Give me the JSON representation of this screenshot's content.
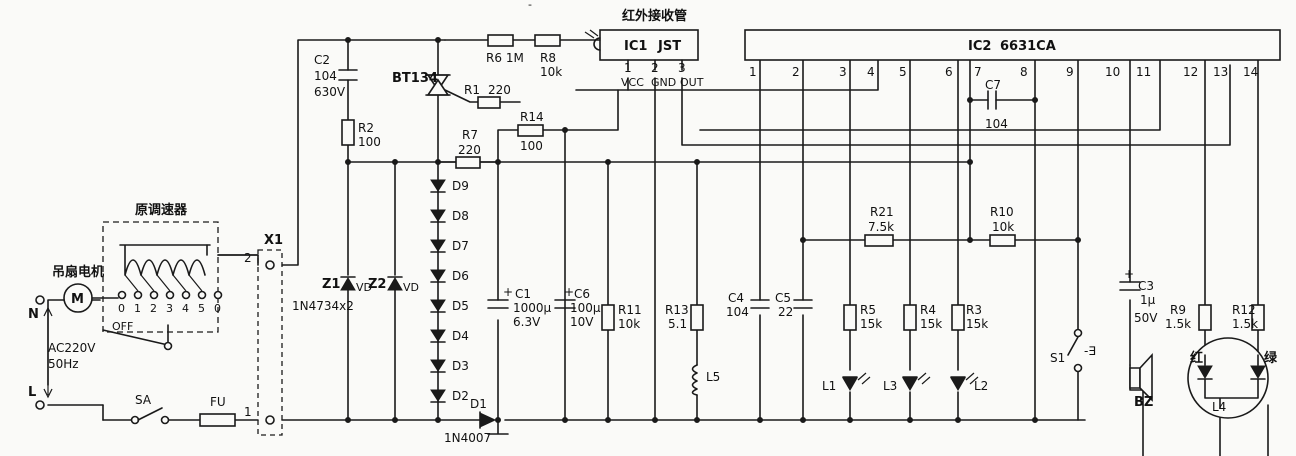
{
  "title_box": "原调速器",
  "motor_label": "吊扇电机",
  "motor_symbol": "M",
  "mains_N": "N",
  "mains_L": "L",
  "mains_voltage": "AC220V",
  "mains_freq": "50Hz",
  "switch_off": "OFF",
  "speed_taps": [
    "0",
    "1",
    "2",
    "3",
    "4",
    "5",
    "0"
  ],
  "sa": "SA",
  "fu": "FU",
  "x1": "X1",
  "x1_pin2": "2",
  "x1_pin1": "1",
  "ir_receiver": "红外接收管",
  "ic1": "IC1",
  "ic1_type": "JST",
  "ic1_pins": [
    {
      "num": "1",
      "name": "VCC"
    },
    {
      "num": "2",
      "name": "GND"
    },
    {
      "num": "3",
      "name": "OUT"
    }
  ],
  "ic2": "IC2",
  "ic2_type": "6631CA",
  "ic2_pins": [
    "1",
    "2",
    "3",
    "4",
    "5",
    "6",
    "7",
    "8",
    "9",
    "10",
    "11",
    "12",
    "13",
    "14"
  ],
  "c2": {
    "ref": "C2",
    "value": "104",
    "rating": "630V"
  },
  "r2": {
    "ref": "R2",
    "value": "100"
  },
  "bt134": "BT134",
  "r6": {
    "ref": "R6",
    "value": "1M"
  },
  "r8": {
    "ref": "R8",
    "value": "10k"
  },
  "r1": {
    "ref": "R1",
    "value": "220"
  },
  "r14": {
    "ref": "R14",
    "value": "100"
  },
  "r7": {
    "ref": "R7",
    "value": "220"
  },
  "diodes": [
    "D9",
    "D8",
    "D7",
    "D6",
    "D5",
    "D4",
    "D3",
    "D2"
  ],
  "d1": {
    "ref": "D1",
    "value": "1N4007"
  },
  "z1": "Z1",
  "z2": "Z2",
  "zener_suffix": "VD",
  "zener_value": "1N4734x2",
  "c1": {
    "ref": "C1",
    "value": "1000μ",
    "rating": "6.3V"
  },
  "c6": {
    "ref": "C6",
    "value": "100μ",
    "rating": "10V"
  },
  "r11": {
    "ref": "R11",
    "value": "10k"
  },
  "r13": {
    "ref": "R13",
    "value": "5.1"
  },
  "l5": "L5",
  "c4": {
    "ref": "C4",
    "value": "104"
  },
  "c5": {
    "ref": "C5",
    "value": "22"
  },
  "c7": {
    "ref": "C7",
    "value": "104"
  },
  "r21": {
    "ref": "R21",
    "value": "7.5k"
  },
  "r10": {
    "ref": "R10",
    "value": "10k"
  },
  "r5": {
    "ref": "R5",
    "value": "15k"
  },
  "r4": {
    "ref": "R4",
    "value": "15k"
  },
  "r3": {
    "ref": "R3",
    "value": "15k"
  },
  "led_l1": "L1",
  "led_l3": "L3",
  "led_l2": "L2",
  "s1": "S1",
  "s1_mark": "-∃",
  "c3": {
    "ref": "C3",
    "value": "1μ",
    "rating": "50V"
  },
  "bz": "BZ",
  "r9": {
    "ref": "R9",
    "value": "1.5k"
  },
  "r12": {
    "ref": "R12",
    "value": "1.5k"
  },
  "l4": "L4",
  "led_red": "红",
  "led_green": "绿",
  "plus": "+",
  "dash_fragment": "-"
}
